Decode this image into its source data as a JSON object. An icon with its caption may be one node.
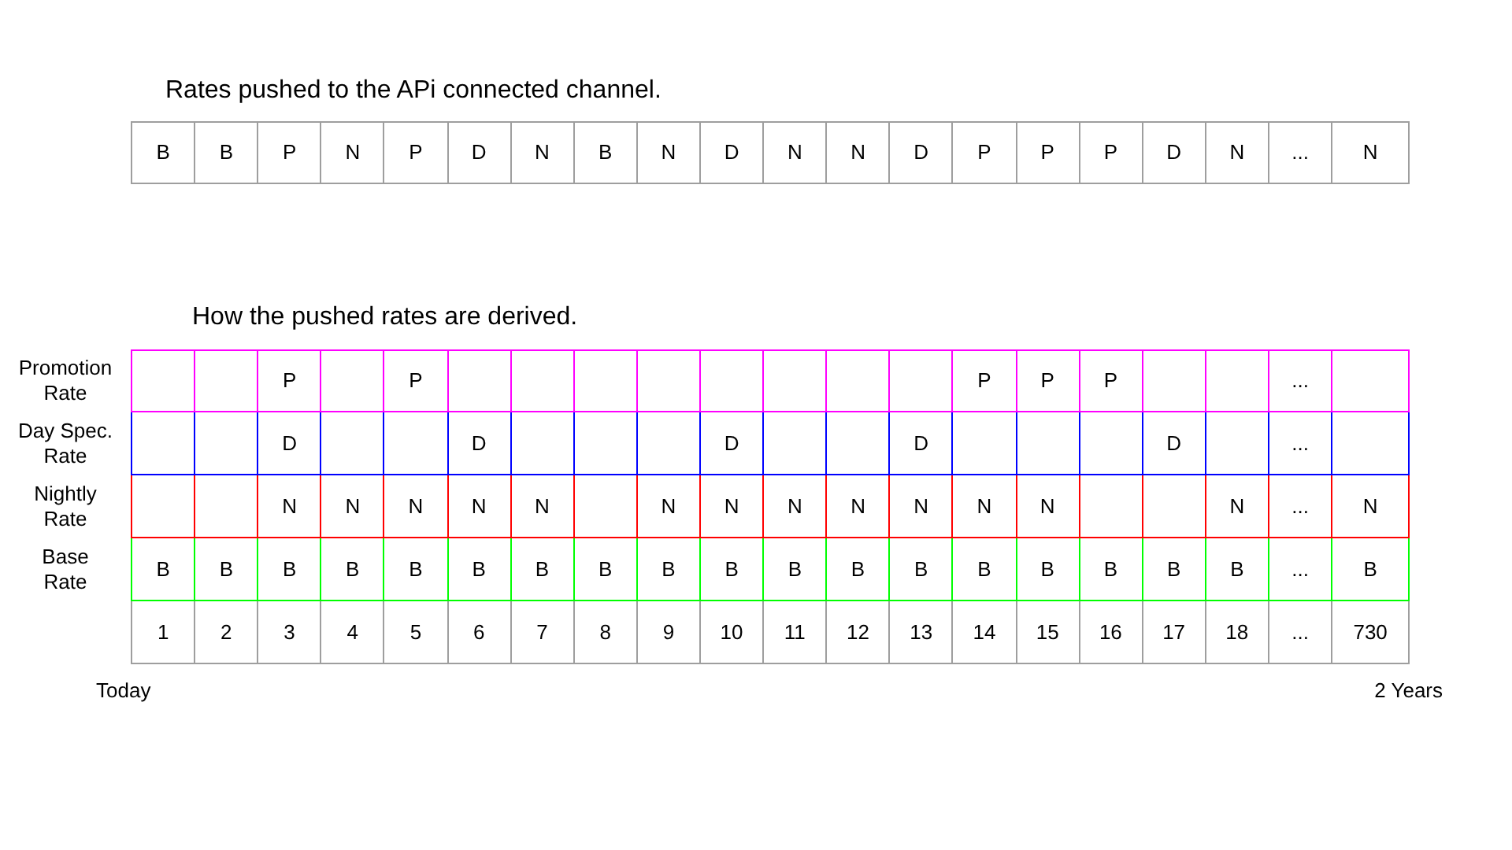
{
  "diagram": {
    "title": "Rates pushed to the APi connected channel.",
    "labels": [
      "B",
      "B",
      "P",
      "N",
      "P",
      "D",
      "N",
      "B",
      "N",
      "D",
      "N",
      "N",
      "D",
      "P",
      "P",
      "P",
      "D",
      "N",
      "...",
      "N",
      "How the pushed rates are derived.",
      "Promotion Rate",
      "P",
      "P",
      "P",
      "P",
      "P",
      "...",
      "Day Spec. Rate",
      "D",
      "D",
      "D",
      "D",
      "D",
      "...",
      "Nightly Rate",
      "N",
      "N",
      "N",
      "N",
      "N",
      "N",
      "N",
      "N",
      "N",
      "N",
      "N",
      "N",
      "N",
      "...",
      "N",
      "Base Rate",
      "B",
      "B",
      "B",
      "B",
      "B",
      "B",
      "B",
      "B",
      "B",
      "B",
      "B",
      "B",
      "B",
      "B",
      "B",
      "B",
      "B",
      "B",
      "...",
      "B",
      "1",
      "2",
      "3",
      "4",
      "5",
      "6",
      "7",
      "8",
      "9",
      "10",
      "11",
      "12",
      "13",
      "14",
      "15",
      "16",
      "17",
      "18",
      "...",
      "730",
      "Today",
      "2 Years"
    ]
  }
}
